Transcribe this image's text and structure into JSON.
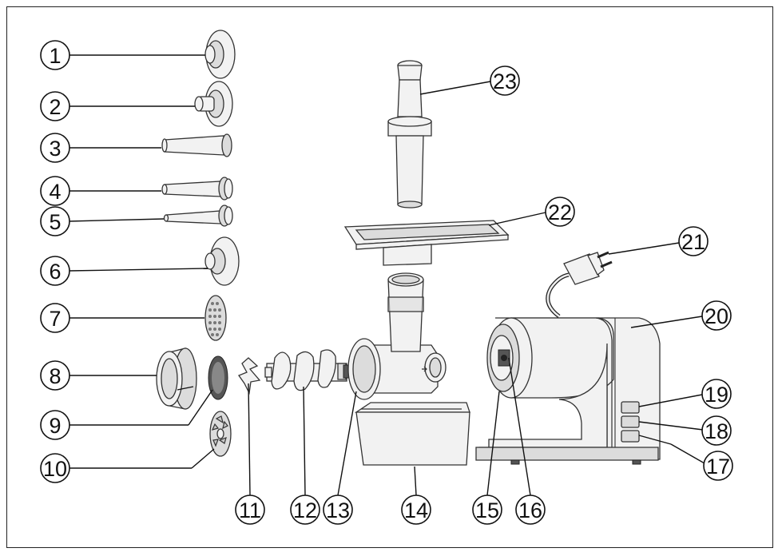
{
  "diagram": {
    "parts": [
      {
        "num": "1"
      },
      {
        "num": "2"
      },
      {
        "num": "3"
      },
      {
        "num": "4"
      },
      {
        "num": "5"
      },
      {
        "num": "6"
      },
      {
        "num": "7"
      },
      {
        "num": "8"
      },
      {
        "num": "9"
      },
      {
        "num": "10"
      },
      {
        "num": "11"
      },
      {
        "num": "12"
      },
      {
        "num": "13"
      },
      {
        "num": "14"
      },
      {
        "num": "15"
      },
      {
        "num": "16"
      },
      {
        "num": "17"
      },
      {
        "num": "18"
      },
      {
        "num": "19"
      },
      {
        "num": "20"
      },
      {
        "num": "21"
      },
      {
        "num": "22"
      },
      {
        "num": "23"
      }
    ]
  }
}
